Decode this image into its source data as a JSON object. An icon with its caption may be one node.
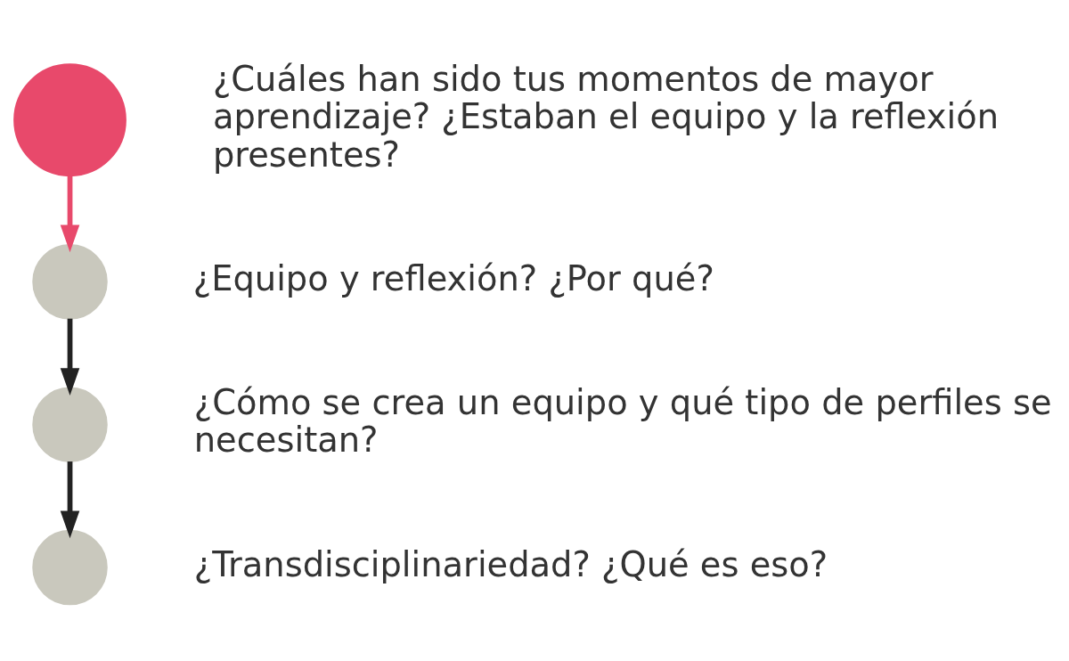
{
  "diagram": {
    "nodes": [
      {
        "text": [],
        "shape": "circle",
        "beside": [
          "¿Cuáles han sido tus momentos de mayor aprendizaje? ¿Estaban el equipo y la reflexión presentes?"
        ]
      },
      {
        "text": [],
        "shape": "circle",
        "beside": [
          "¿Equipo y reflexión? ¿Por qué?"
        ]
      },
      {
        "text": [],
        "shape": "circle",
        "beside": [
          "¿Cómo se crea un equipo y qué tipo de perfiles se necesitan?"
        ]
      },
      {
        "text": [],
        "shape": "circle",
        "beside": [
          "¿Transdisciplinariedad? ¿Qué es eso?"
        ]
      }
    ],
    "edges": [
      {
        "from": 0,
        "to": 1,
        "arrow": "to",
        "color": "#e8496b"
      },
      {
        "from": 1,
        "to": 2,
        "arrow": "to"
      },
      {
        "from": 2,
        "to": 3,
        "arrow": "to"
      }
    ]
  }
}
